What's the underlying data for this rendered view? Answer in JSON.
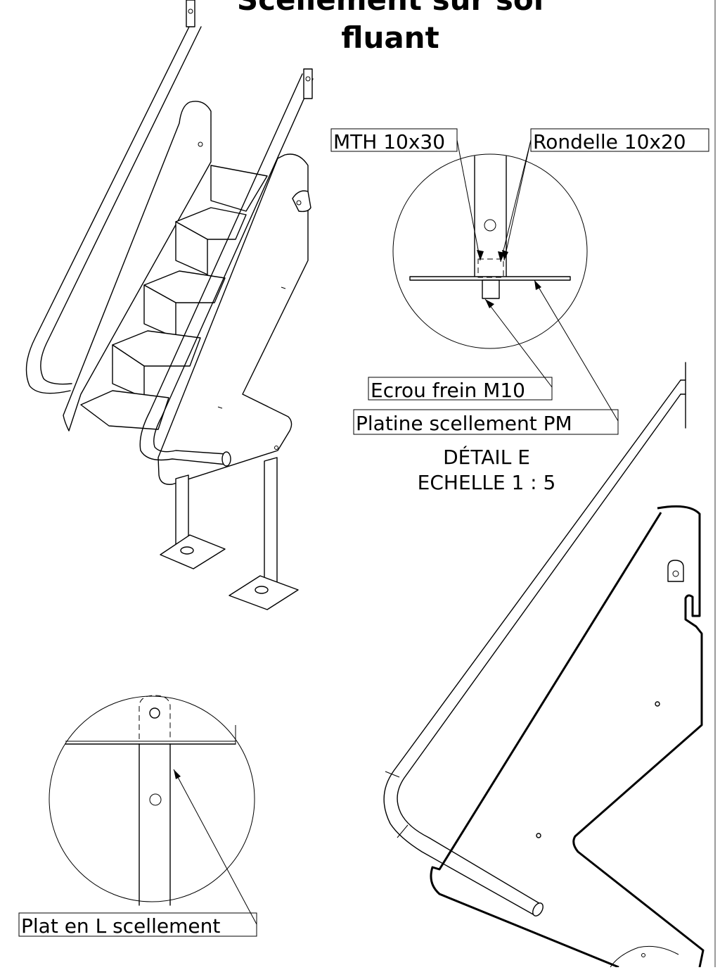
{
  "drawing": {
    "title_line1": "Scellement sur sol",
    "title_line2": "fluant",
    "labels": {
      "bolt": "MTH 10x30",
      "washer": "Rondelle 10x20",
      "nut": "Ecrou frein M10",
      "plate": "Platine scellement PM",
      "flat_bar": "Plat en L scellement"
    },
    "detail_title": "DÉTAIL E",
    "detail_scale": "ECHELLE 1 : 5"
  },
  "colors": {
    "ink": "#000000",
    "paper": "#ffffff",
    "frame": "#9a9a9a"
  }
}
